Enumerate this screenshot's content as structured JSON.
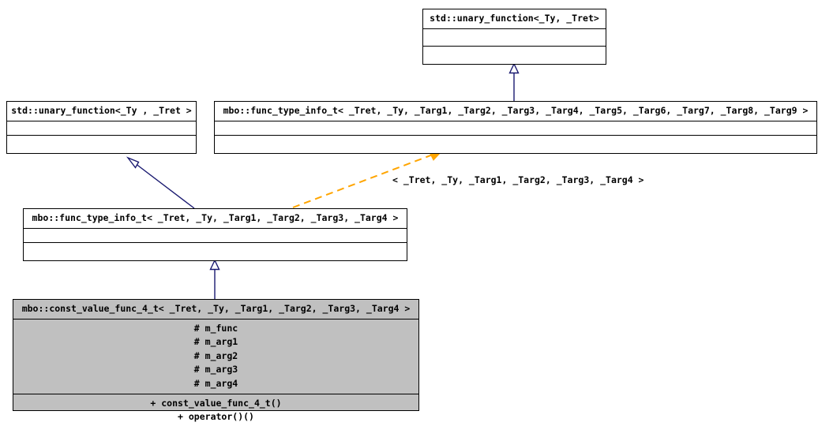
{
  "diagram": {
    "kind": "uml-class-inheritance-diagram",
    "background_color": "#ffffff",
    "filled_box_color": "#c0c0c0",
    "border_color": "#000000",
    "inheritance_edge_color": "#191970",
    "template_edge_color": "#ffa500"
  },
  "nodes": {
    "std_unary_function_top": {
      "title": "std::unary_function<_Ty, _Tret>",
      "attributes": [],
      "methods": []
    },
    "std_unary_function_left": {
      "title": "std::unary_function<_Ty , _Tret >",
      "attributes": [],
      "methods": []
    },
    "func_type_info_t_9": {
      "title": "mbo::func_type_info_t< _Tret, _Ty, _Targ1, _Targ2, _Targ3, _Targ4, _Targ5, _Targ6, _Targ7, _Targ8, _Targ9 >",
      "attributes": [],
      "methods": []
    },
    "func_type_info_t_4": {
      "title": "mbo::func_type_info_t< _Tret, _Ty, _Targ1, _Targ2, _Targ3, _Targ4 >",
      "attributes": [],
      "methods": []
    },
    "const_value_func_4_t": {
      "title": "mbo::const_value_func_4_t< _Tret, _Ty, _Targ1, _Targ2, _Targ3, _Targ4 >",
      "attributes": [
        "# m_func",
        "# m_arg1",
        "# m_arg2",
        "# m_arg3",
        "# m_arg4"
      ],
      "methods": [
        "+ const_value_func_4_t()",
        "+ operator()()"
      ]
    }
  },
  "edges": {
    "template_binding_label": "< _Tret, _Ty, _Targ1, _Targ2, _Targ3, _Targ4 >"
  }
}
